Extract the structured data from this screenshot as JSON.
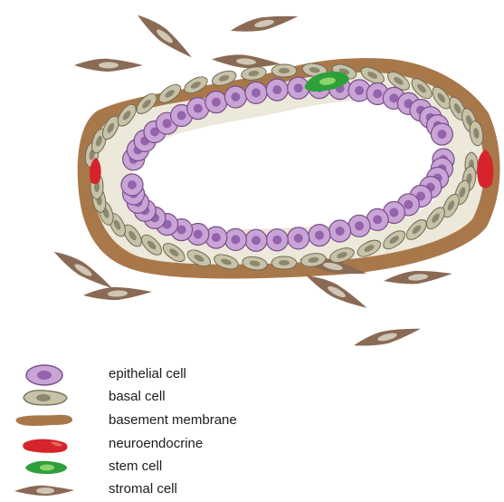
{
  "diagram": {
    "colors": {
      "basement_membrane": "#a9784a",
      "epithelial_fill": "#c9a5d6",
      "epithelial_stroke": "#7a4d8c",
      "epithelial_nucleus": "#9562ad",
      "basal_fill": "#c8c2a8",
      "basal_stroke": "#6f6a55",
      "basal_nucleus": "#8d8771",
      "neuroendocrine": "#d5242b",
      "stem": "#2ea03b",
      "stromal_fill": "#8a6a55",
      "stromal_nucleus": "#cfc6b6"
    }
  },
  "legend": [
    {
      "key": "epithelial",
      "label": "epithelial cell",
      "icon": "epithelial-cell-icon"
    },
    {
      "key": "basal",
      "label": "basal cell",
      "icon": "basal-cell-icon"
    },
    {
      "key": "membrane",
      "label": "basement membrane",
      "icon": "basement-membrane-icon"
    },
    {
      "key": "neuro",
      "label": "neuroendocrine",
      "icon": "neuroendocrine-cell-icon"
    },
    {
      "key": "stem",
      "label": "stem cell",
      "icon": "stem-cell-icon"
    },
    {
      "key": "stromal",
      "label": "stromal cell",
      "icon": "stromal-cell-icon"
    }
  ]
}
